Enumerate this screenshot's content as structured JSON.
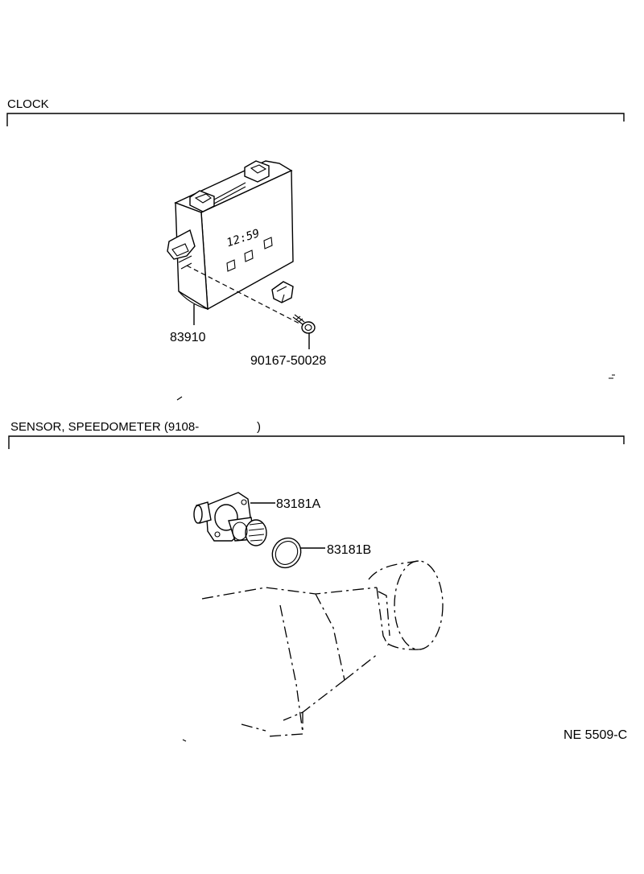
{
  "sections": [
    {
      "title": "CLOCK",
      "parts": [
        {
          "number": "83910",
          "part": "clock-assembly"
        },
        {
          "number": "90167-50028",
          "part": "screw"
        }
      ],
      "display_reading": "12:59"
    },
    {
      "title": "SENSOR, SPEEDOMETER (9108-",
      "title_close": ")",
      "parts": [
        {
          "number": "83181A",
          "part": "speedometer-sensor"
        },
        {
          "number": "83181B",
          "part": "o-ring"
        }
      ]
    }
  ],
  "figure_code": "NE 5509-C"
}
